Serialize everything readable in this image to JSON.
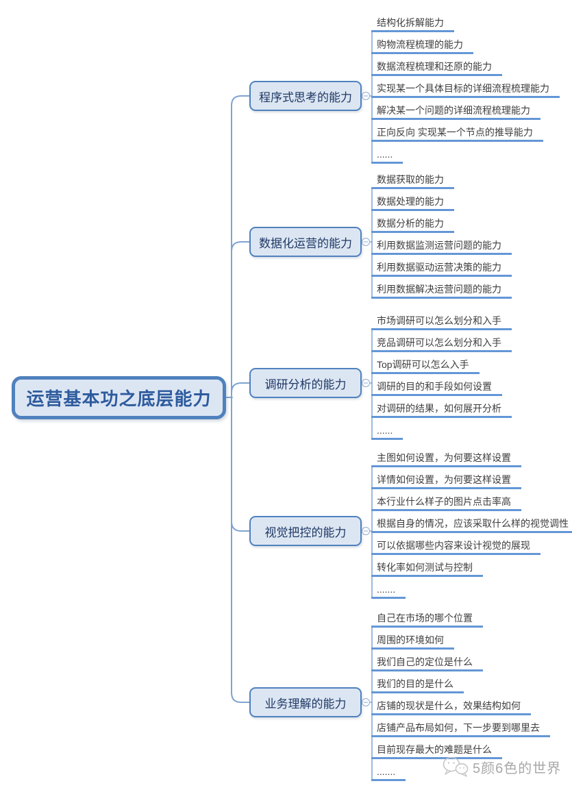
{
  "root": {
    "label": "运营基本功之底层能力"
  },
  "branches": [
    {
      "label": "程序式思考的能力",
      "collapse_glyph": "−",
      "children": [
        "结构化拆解能力",
        "购物流程梳理的能力",
        "数据流程梳理和还原的能力",
        "实现某一个具体目标的详细流程梳理能力",
        "解决某一个问题的详细流程梳理能力",
        "正向反向 实现某一个节点的推导能力",
        "......"
      ]
    },
    {
      "label": "数据化运营的能力",
      "collapse_glyph": "−",
      "children": [
        "数据获取的能力",
        "数据处理的能力",
        "数据分析的能力",
        "利用数据监测运营问题的能力",
        "利用数据驱动运营决策的能力",
        "利用数据解决运营问题的能力"
      ]
    },
    {
      "label": "调研分析的能力",
      "collapse_glyph": "−",
      "children": [
        "市场调研可以怎么划分和入手",
        "竞品调研可以怎么划分和入手",
        "Top调研可以怎么入手",
        "调研的目的和手段如何设置",
        "对调研的结果，如何展开分析",
        "......"
      ]
    },
    {
      "label": "视觉把控的能力",
      "collapse_glyph": "−",
      "children": [
        "主图如何设置，为何要这样设置",
        "详情如何设置，为何要这样设置",
        "本行业什么样子的图片点击率高",
        "根据自身的情况，应该采取什么样的视觉调性",
        "可以依据哪些内容来设计视觉的展现",
        "转化率如何测试与控制",
        "......."
      ]
    },
    {
      "label": "业务理解的能力",
      "collapse_glyph": "−",
      "children": [
        "自己在市场的哪个位置",
        "周围的环境如何",
        "我们自己的定位是什么",
        "我们的目的是什么",
        "店铺的现状是什么，效果结构如何",
        "店铺产品布局如何，下一步要到哪里去",
        "目前现存最大的难题是什么",
        "......."
      ]
    }
  ],
  "watermark": {
    "text": "5颜6色的世界",
    "icon": "wechat-icon"
  },
  "colors": {
    "node_fill": "#dce6f3",
    "node_border": "#4f81bd",
    "root_text": "#2e5b9e",
    "branch_text": "#1f3864",
    "child_text": "#3d3d3d",
    "line": "#7fa3d1",
    "underline": "#6396d6",
    "circle_stroke": "#9fb8dc",
    "watermark": "#a8a8a8"
  }
}
